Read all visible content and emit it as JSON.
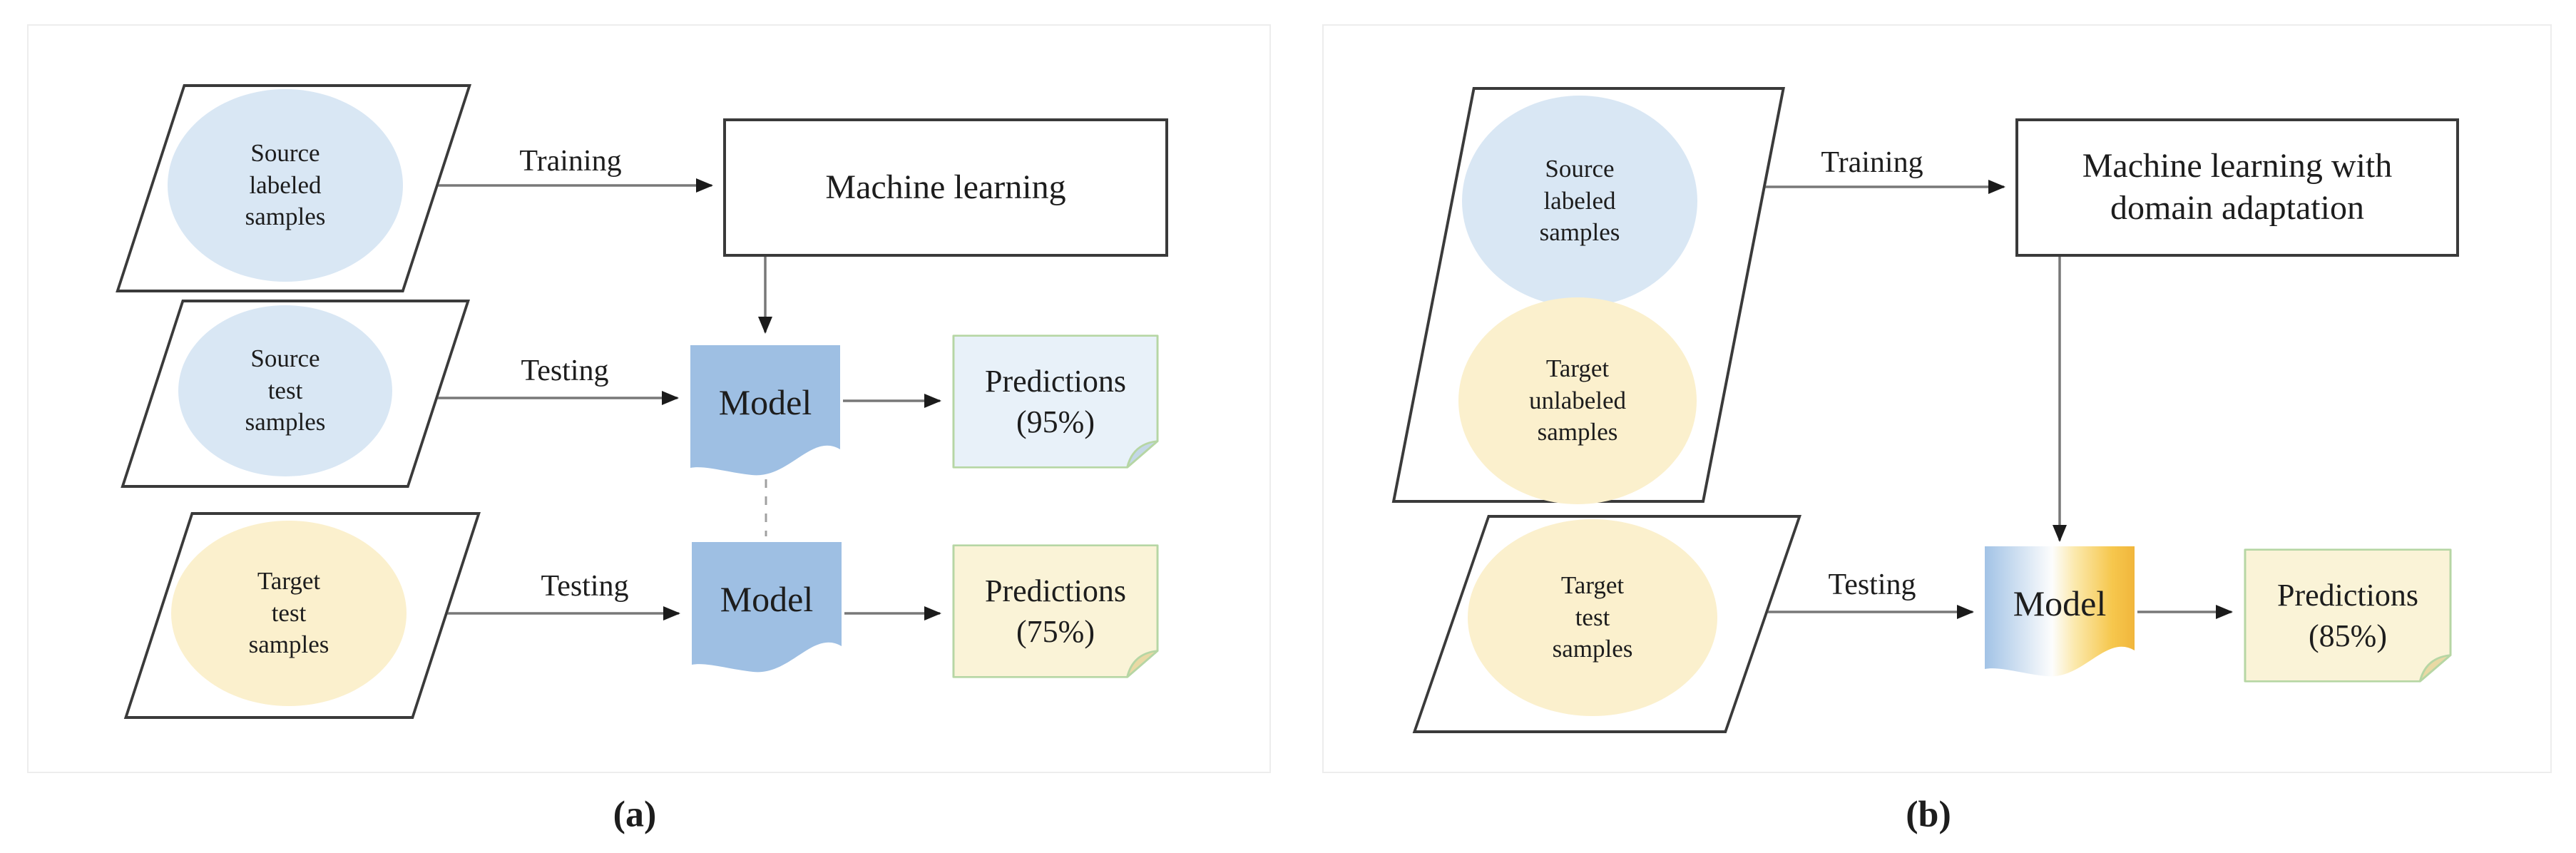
{
  "colors": {
    "light_blue": "#d9e7f4",
    "light_yellow": "#fbf0cd",
    "model_blue": "#9ebfe3",
    "note_blue": "#e8f1f9",
    "note_blue_fold": "#c3d7e6",
    "note_yellow": "#faf3d7",
    "note_yellow_fold": "#e9d9a4",
    "note_border": "#b6d6a4",
    "shape_border": "#3a3a3a",
    "panel_border": "#ededed",
    "line_gray": "#787878",
    "arrow_black": "#1b1b1b",
    "text": "#1d1d1d",
    "grad_blue": "#a2c3e6",
    "grad_white": "#fdfdfd",
    "grad_pale": "#fbe9ad",
    "grad_gold": "#f6c74d",
    "grad_deep": "#f1b63c"
  },
  "panel_a": {
    "caption": "(a)",
    "parallelograms": {
      "source_labeled": "Source\nlabeled\nsamples",
      "source_test": "Source\ntest\nsamples",
      "target_test": "Target\ntest\nsamples"
    },
    "labels": {
      "training": "Training",
      "testing_source": "Testing",
      "testing_target": "Testing"
    },
    "ml_box": "Machine learning",
    "model_source": "Model",
    "model_target": "Model",
    "predictions_source": "Predictions\n(95%)",
    "predictions_target": "Predictions\n(75%)"
  },
  "panel_b": {
    "caption": "(b)",
    "parallelograms": {
      "source_labeled": "Source\nlabeled\nsamples",
      "target_unlabeled": "Target\nunlabeled\nsamples",
      "target_test": "Target\ntest\nsamples"
    },
    "labels": {
      "training": "Training",
      "testing": "Testing"
    },
    "ml_box": "Machine learning with\ndomain adaptation",
    "model": "Model",
    "predictions": "Predictions\n(85%)"
  }
}
